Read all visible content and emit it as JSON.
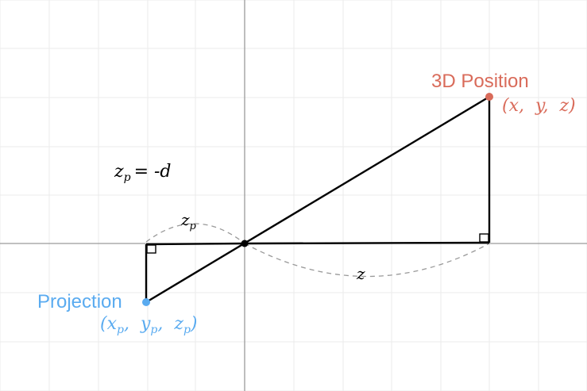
{
  "colors": {
    "grid": "#ebebeb",
    "axis": "#9a9a9a",
    "line": "#000000",
    "position": "#d96b5a",
    "projection": "#5aabf0",
    "arc": "#999999"
  },
  "labels": {
    "position_title": "3D Position",
    "position_coords": "(x,  y,  z)",
    "projection_title": "Projection",
    "projection_coords": {
      "open": "(",
      "x": "x",
      "p1": "p",
      "y": "y",
      "p2": "p",
      "z": "z",
      "p3": "p",
      "close": ")"
    },
    "zp_equation": {
      "z": "z",
      "sub": "p",
      "rest": "= -d"
    },
    "arc_zp": {
      "z": "z",
      "sub": "p"
    },
    "arc_z": "z"
  }
}
